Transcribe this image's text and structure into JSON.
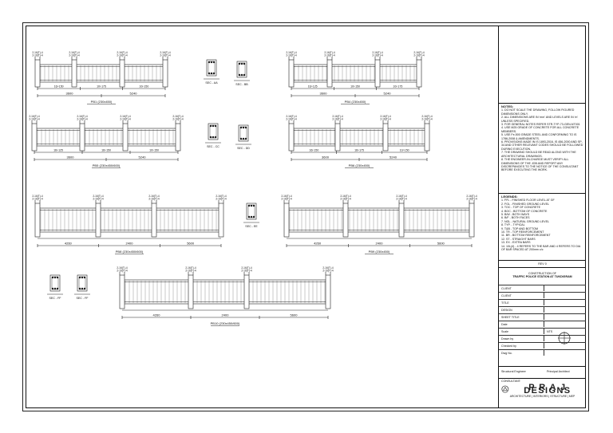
{
  "notes": {
    "heading": "NOTES:",
    "items": [
      "1.  DO NOT SCALE THE DRAWING, FOLLOW FIGURED DIMENSIONS ONLY.",
      "2.  ALL DIMENSIONS ARE IN 'mm' AND LEVELS ARE IN 'm' UNLESS SPECIFIED.",
      "3.  FOR GENERAL NOTES REFER STR-TYP-73-GEN-NT001",
      "4.  USE M25 GRADE OF CONCRETE FOR ALL CONCRETE MEMBERS.",
      "5.  USE Fe-500 GRADE STEEL AND CONFORMING TO IS 1786-2008 & AMENDMENTS.",
      "6.  PROVISIONS MADE IN IS 1893-2016, IS 456-2000 AND SP-34 AND OTHER RELEVANT CODES SHOULD BE FOLLOWED DURING EXECUTION.",
      "7.  THE DRAWING SHOULD BE READ ALONG WITH THE ARCHITECTURAL DRAWINGS.",
      "8.  THE ENGINEER-IN-CHARGE MUST VERIFY ALL DIMENSIONS OF THE JOB AND REPORT ANY DISCREPANCIES TO THE NOTICE OF THE CONSULTANT BEFORE EXECUTING THE WORK."
    ]
  },
  "legends": {
    "heading": "LEGENDS:",
    "items": [
      "1.  FFL - FINISHED FLOOR LEVEL AT GF",
      "2.  FGL - FINISHED GROUND LEVEL",
      "3.  TOC - TOP OF CONCRETE",
      "4.  BOC - BOTTOM OF CONCRETE",
      "5.  B/W - BOTH WAYS",
      "6.  B/F - BOTH FACES",
      "7.  NGL - NATURAL GROUND LEVEL",
      "8.  TYP. - TYPICAL",
      "9.  T&B - TOP AND BOTTOM",
      "10. TR - TOP REINFORCEMENT",
      "11. BR - BOTTOM REINFORCEMENT",
      "12. ST - STRAIGHT BARS",
      "13. EX - EXTRA BARS",
      "14. 10L(4) - 4 REFERS TO THE BAR AND 4 REFERS TO DIA OF BAR SPACED AT 200mm c/c"
    ]
  },
  "rev": {
    "label": "REV",
    "value": "0"
  },
  "project": {
    "line1": "CONSTRUCTION OF",
    "line2": "TRAFFIC POLICE STATION AT TUKDIGRAM"
  },
  "title_block": [
    {
      "k": "CLIENT",
      "v": ""
    },
    {
      "k": "CLIENT",
      "v": ""
    },
    {
      "k": "TITLE",
      "v": ""
    },
    {
      "k": "DESIGN",
      "v": ""
    },
    {
      "k": "SHEET TITLE",
      "v": ""
    },
    {
      "k": "Date",
      "v": ""
    }
  ],
  "scale_rows": [
    {
      "k": "Scale",
      "v": "NTS"
    },
    {
      "k": "Drawn by",
      "v": ""
    },
    {
      "k": "Checked by",
      "v": ""
    },
    {
      "k": "Dwg No.",
      "v": ""
    }
  ],
  "signatures": {
    "left": "Structural Engineer",
    "right": "Principal Architect"
  },
  "consultant": {
    "label": "CONSULTANT:",
    "name": "P R A J   DESIGNS",
    "tag": "ARCHITECTURE | INTERIORS | STRUCTURE | MEP"
  },
  "beams": {
    "row1": [
      {
        "label": "PB1 (230x450)",
        "spans": [
          "3600",
          "5240"
        ],
        "zones": [
          "16/-150",
          "10/-175",
          "10/-150"
        ]
      },
      {
        "label": "PB4 (230x450)",
        "spans": [
          "3600",
          "5240"
        ],
        "zones": [
          "16/-125",
          "10/-150",
          "10/-175"
        ]
      }
    ],
    "row2": [
      {
        "label": "PB5 (230x450/600)",
        "spans": [
          "3600",
          "5240"
        ],
        "zones": [
          "16/-125",
          "16/-150",
          "10/-150"
        ]
      },
      {
        "label": "PB6 (230x450)",
        "spans": [
          "3600",
          "5240"
        ],
        "zones": [
          "16/-150",
          "16/-175",
          "10/-150"
        ]
      }
    ],
    "row3": [
      {
        "label": "PB8 (230x450/600)",
        "spans": [
          "4260",
          "2400",
          "5600"
        ]
      },
      {
        "label": "PB9 (230x450)",
        "spans": [
          "4260",
          "2400",
          "5600"
        ]
      }
    ],
    "row4": [
      {
        "label": "PB10 (230x450/600)",
        "spans": [
          "4260",
          "2400",
          "5600"
        ]
      }
    ]
  },
  "sections": {
    "s1": "SEC - AA",
    "s2": "SEC - BB",
    "s3": "SEC - CC",
    "s4": "SEC - DD",
    "s5": "SEC - EE",
    "s6": "SEC - FF"
  }
}
